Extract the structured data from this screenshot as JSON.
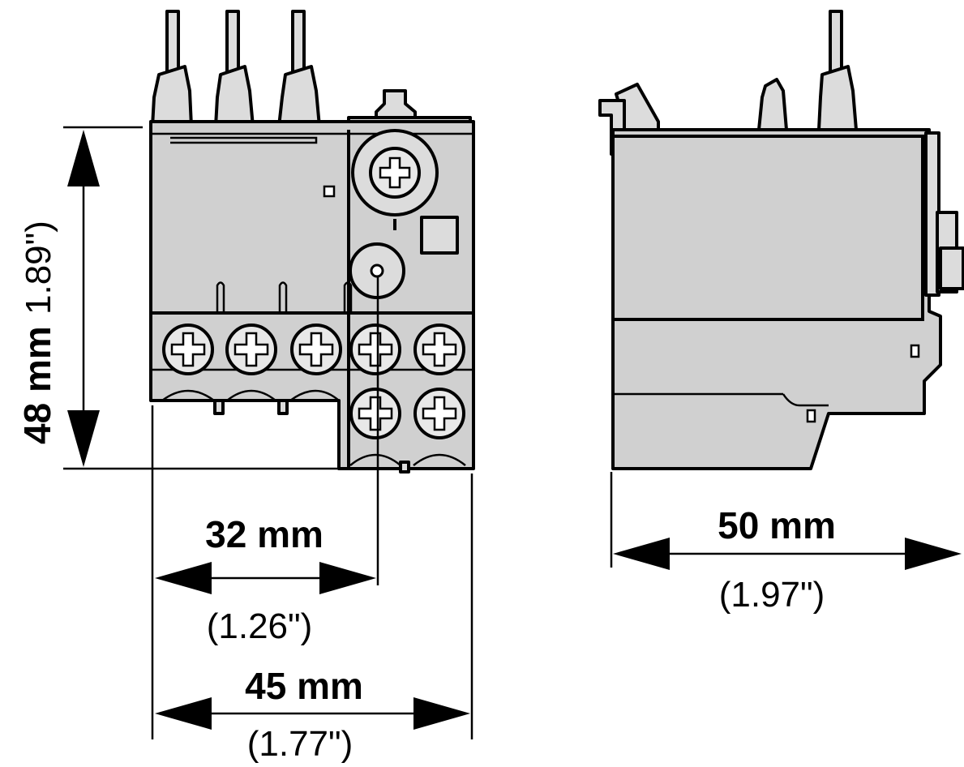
{
  "dimensions": {
    "height": {
      "metric": "48 mm",
      "imperial": "1.89\")"
    },
    "terminal_offset": {
      "metric": "32 mm",
      "imperial": "(1.26\")"
    },
    "front_width": {
      "metric": "45 mm",
      "imperial": "(1.77\")"
    },
    "side_depth": {
      "metric": "50 mm",
      "imperial": "(1.97\")"
    }
  },
  "colors": {
    "housing": "#d0d0d0",
    "outline": "#000000",
    "background": "#ffffff"
  }
}
